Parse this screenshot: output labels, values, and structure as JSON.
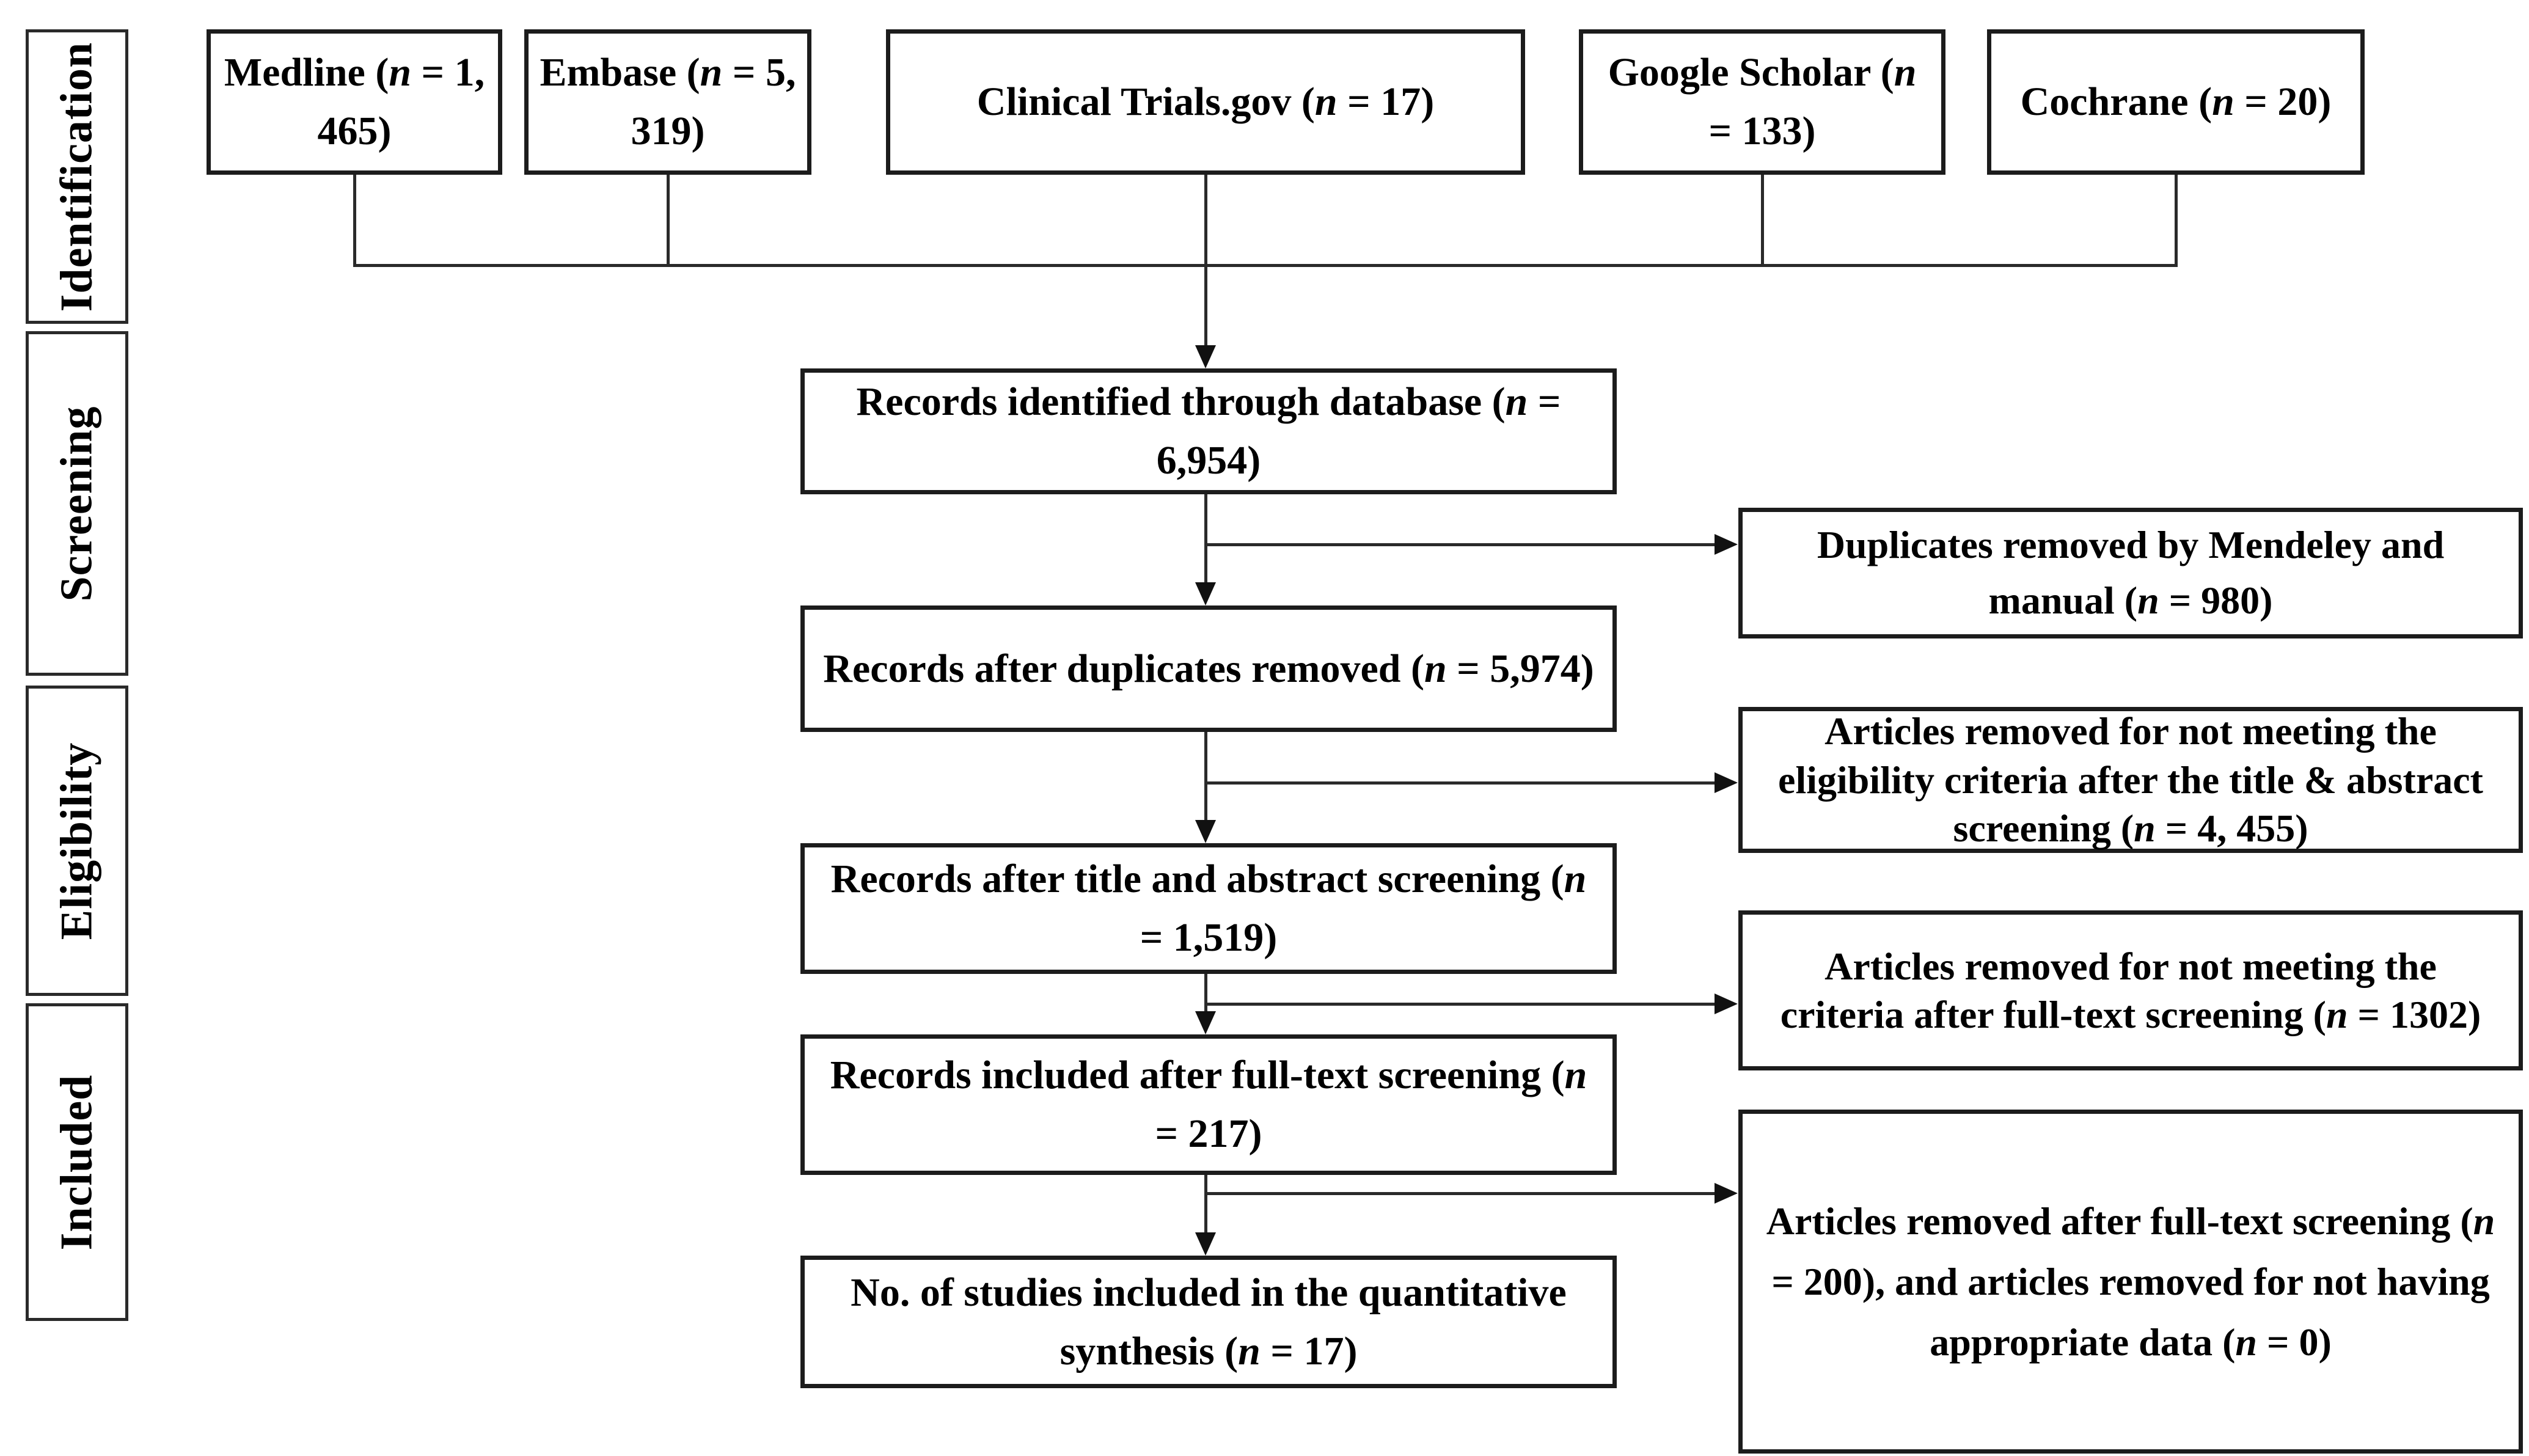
{
  "diagram": {
    "stages": [
      {
        "label": "Identification"
      },
      {
        "label": "Screening"
      },
      {
        "label": "Eligibility"
      },
      {
        "label": "Included"
      }
    ],
    "sources": [
      {
        "label": "Medline (n = 1, 465)"
      },
      {
        "label": "Embase (n = 5, 319)"
      },
      {
        "label": "Clinical Trials.gov (n = 17)"
      },
      {
        "label": "Google Scholar (n = 133)"
      },
      {
        "label": "Cochrane (n = 20)"
      }
    ],
    "flow": [
      {
        "label": "Records identified through database (n = 6,954)"
      },
      {
        "label": "Records after duplicates removed (n = 5,974)"
      },
      {
        "label": "Records after title and abstract screening (n = 1,519)"
      },
      {
        "label": "Records included after full-text screening (n = 217)"
      },
      {
        "label": "No. of studies included in the quantitative synthesis (n = 17)"
      }
    ],
    "exclusions": [
      {
        "label": "Duplicates removed by Mendeley  and manual (n = 980)"
      },
      {
        "label": "Articles removed for not meeting the eligibility criteria after the title & abstract screening (n = 4, 455)"
      },
      {
        "label": "Articles removed for not meeting the criteria after full-text screening (n =  1302)"
      },
      {
        "label": "Articles removed after full-text screening (n = 200), and articles removed for not having appropriate data (n = 0)"
      }
    ],
    "colors": {
      "border": "#1c1c1c",
      "line": "#2a2a2a",
      "text": "#000000",
      "background": "#ffffff"
    }
  }
}
